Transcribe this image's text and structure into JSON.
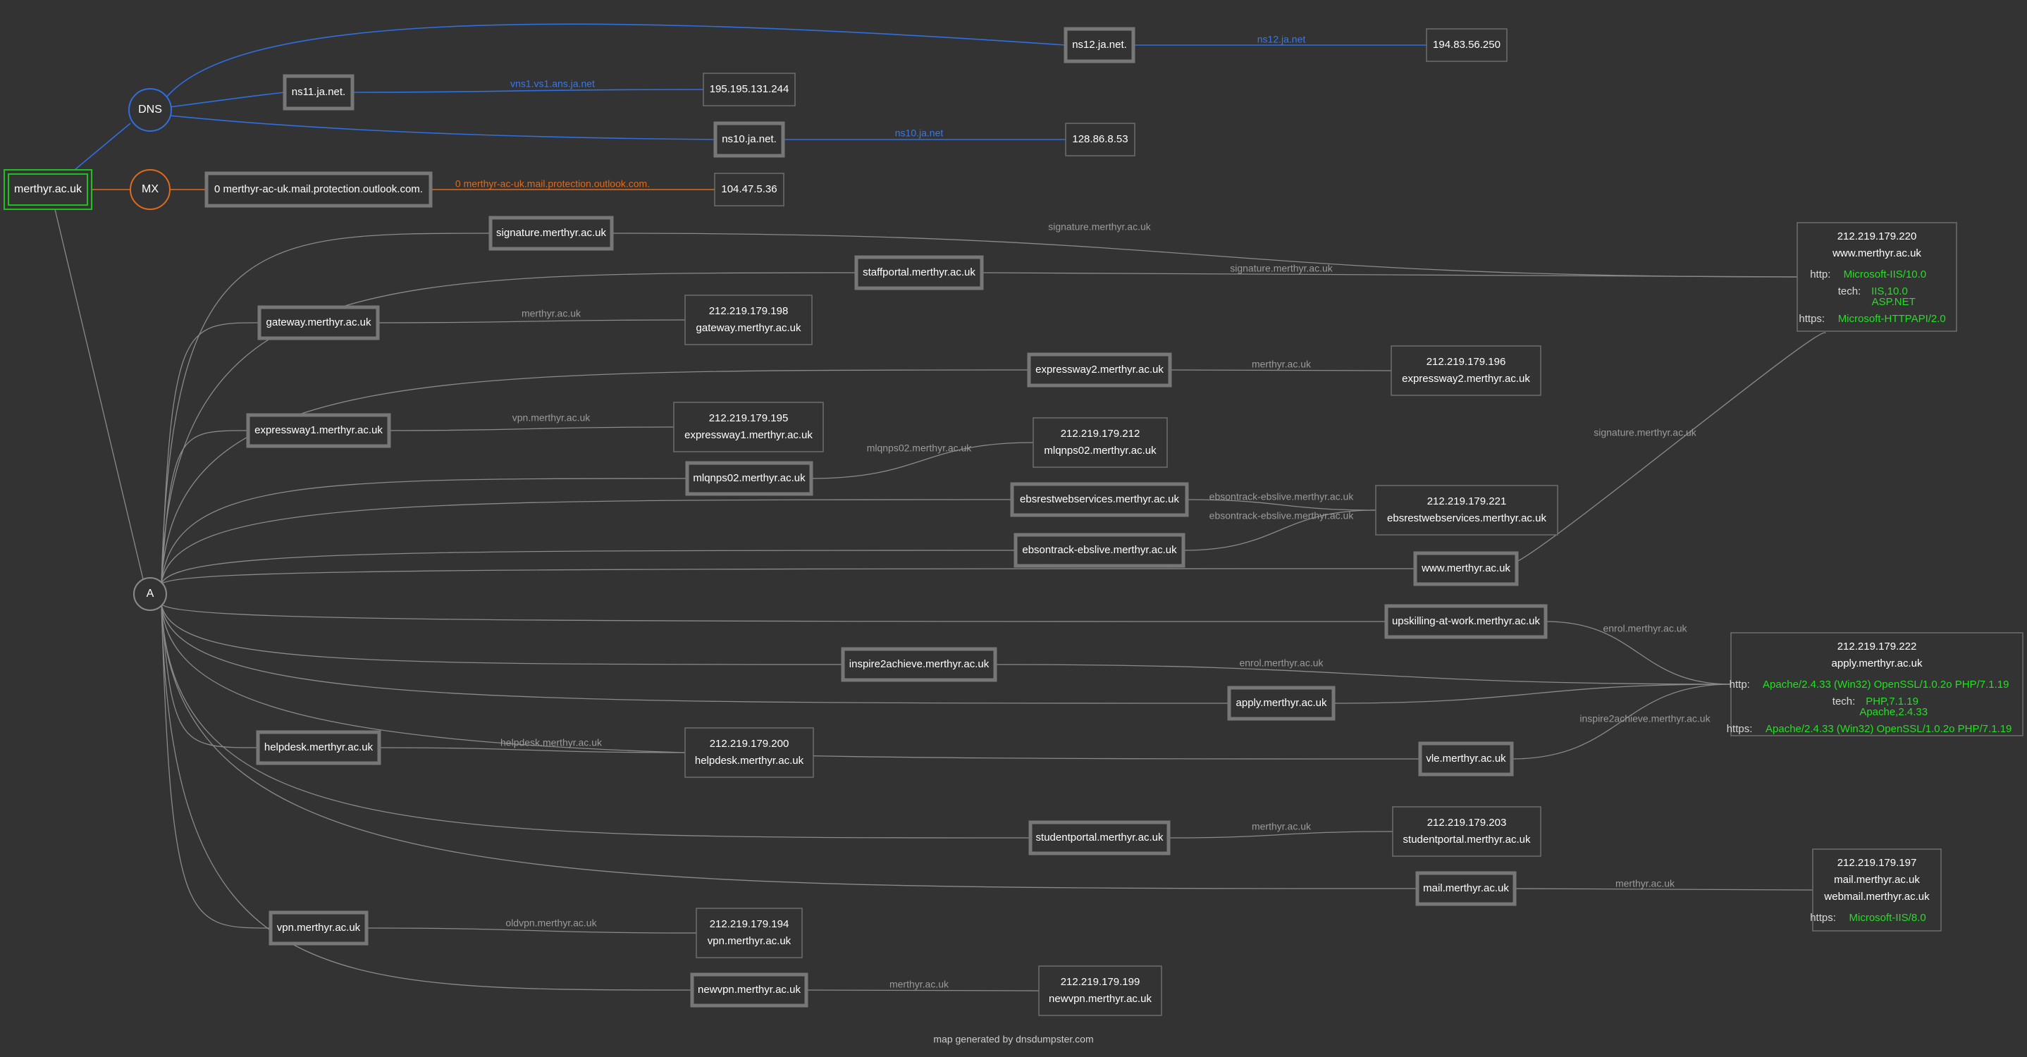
{
  "colors": {
    "background": "#333333",
    "edge_gray": "#8a8a8a",
    "edge_label_gray": "#9a9a9a",
    "node_border": "#777777",
    "box_border": "#6e6e6e",
    "text": "#ffffff",
    "dns_blue": "#2f6fe0",
    "dns_label": "#3a78e6",
    "mx_orange": "#e06a1c",
    "domain_green": "#1fbf1f",
    "tech_green": "#22e022",
    "banner_label": "#d8d8d8"
  },
  "root": {
    "name": "merthyr.ac.uk"
  },
  "hubs": {
    "dns": "DNS",
    "mx": "MX",
    "a": "A"
  },
  "nameservers": [
    {
      "host": "ns12.ja.net.",
      "ip": "194.83.56.250",
      "label": "ns12.ja.net"
    },
    {
      "host": "ns11.ja.net.",
      "ip": "195.195.131.244",
      "label": "vns1.vs1.ans.ja.net"
    },
    {
      "host": "ns10.ja.net.",
      "ip": "128.86.8.53",
      "label": "ns10.ja.net"
    }
  ],
  "mail": {
    "host": "0 merthyr-ac-uk.mail.protection.outlook.com.",
    "ip": "104.47.5.36",
    "label": "0 merthyr-ac-uk.mail.protection.outlook.com."
  },
  "a_hosts": [
    {
      "host": "signature.merthyr.ac.uk",
      "label": "signature.merthyr.ac.uk"
    },
    {
      "host": "staffportal.merthyr.ac.uk",
      "label": "signature.merthyr.ac.uk"
    },
    {
      "host": "gateway.merthyr.ac.uk",
      "label": "merthyr.ac.uk"
    },
    {
      "host": "expressway2.merthyr.ac.uk",
      "label": "merthyr.ac.uk"
    },
    {
      "host": "expressway1.merthyr.ac.uk",
      "label": "vpn.merthyr.ac.uk"
    },
    {
      "host": "mlqnps02.merthyr.ac.uk",
      "label": "mlqnps02.merthyr.ac.uk"
    },
    {
      "host": "ebsrestwebservices.merthyr.ac.uk",
      "label": "ebsontrack-ebslive.merthyr.ac.uk"
    },
    {
      "host": "ebsontrack-ebslive.merthyr.ac.uk",
      "label": "ebsontrack-ebslive.merthyr.ac.uk"
    },
    {
      "host": "www.merthyr.ac.uk",
      "label": "signature.merthyr.ac.uk"
    },
    {
      "host": "upskilling-at-work.merthyr.ac.uk",
      "label": "enrol.merthyr.ac.uk"
    },
    {
      "host": "inspire2achieve.merthyr.ac.uk",
      "label": "enrol.merthyr.ac.uk"
    },
    {
      "host": "apply.merthyr.ac.uk",
      "label": ""
    },
    {
      "host": "helpdesk.merthyr.ac.uk",
      "label": "helpdesk.merthyr.ac.uk"
    },
    {
      "host": "vle.merthyr.ac.uk",
      "label": "inspire2achieve.merthyr.ac.uk"
    },
    {
      "host": "studentportal.merthyr.ac.uk",
      "label": "merthyr.ac.uk"
    },
    {
      "host": "mail.merthyr.ac.uk",
      "label": "merthyr.ac.uk"
    },
    {
      "host": "vpn.merthyr.ac.uk",
      "label": "oldvpn.merthyr.ac.uk"
    },
    {
      "host": "newvpn.merthyr.ac.uk",
      "label": "merthyr.ac.uk"
    }
  ],
  "ip_boxes": [
    {
      "ip": "212.219.179.198",
      "lines": [
        "gateway.merthyr.ac.uk"
      ]
    },
    {
      "ip": "212.219.179.196",
      "lines": [
        "expressway2.merthyr.ac.uk"
      ]
    },
    {
      "ip": "212.219.179.195",
      "lines": [
        "expressway1.merthyr.ac.uk"
      ]
    },
    {
      "ip": "212.219.179.212",
      "lines": [
        "mlqnps02.merthyr.ac.uk"
      ]
    },
    {
      "ip": "212.219.179.221",
      "lines": [
        "ebsrestwebservices.merthyr.ac.uk"
      ]
    },
    {
      "ip": "212.219.179.200",
      "lines": [
        "helpdesk.merthyr.ac.uk"
      ]
    },
    {
      "ip": "212.219.179.203",
      "lines": [
        "studentportal.merthyr.ac.uk"
      ]
    },
    {
      "ip": "212.219.179.194",
      "lines": [
        "vpn.merthyr.ac.uk"
      ]
    },
    {
      "ip": "212.219.179.199",
      "lines": [
        "newvpn.merthyr.ac.uk"
      ]
    }
  ],
  "banner_boxes": [
    {
      "ip": "212.219.179.220",
      "lines": [
        "www.merthyr.ac.uk"
      ],
      "banners": [
        {
          "key": "http:",
          "vals": [
            "Microsoft-IIS/10.0"
          ]
        },
        {
          "key": "tech:",
          "vals": [
            "IIS,10.0",
            "ASP.NET"
          ]
        },
        {
          "key": "https:",
          "vals": [
            "Microsoft-HTTPAPI/2.0"
          ]
        }
      ]
    },
    {
      "ip": "212.219.179.222",
      "lines": [
        "apply.merthyr.ac.uk"
      ],
      "banners": [
        {
          "key": "http:",
          "vals": [
            "Apache/2.4.33 (Win32) OpenSSL/1.0.2o PHP/7.1.19"
          ]
        },
        {
          "key": "tech:",
          "vals": [
            "PHP,7.1.19",
            "Apache,2.4.33"
          ]
        },
        {
          "key": "https:",
          "vals": [
            "Apache/2.4.33 (Win32) OpenSSL/1.0.2o PHP/7.1.19"
          ]
        }
      ]
    },
    {
      "ip": "212.219.179.197",
      "lines": [
        "mail.merthyr.ac.uk",
        "webmail.merthyr.ac.uk"
      ],
      "banners": [
        {
          "key": "https:",
          "vals": [
            "Microsoft-IIS/8.0"
          ]
        }
      ]
    }
  ],
  "footer": "map generated by dnsdumpster.com"
}
